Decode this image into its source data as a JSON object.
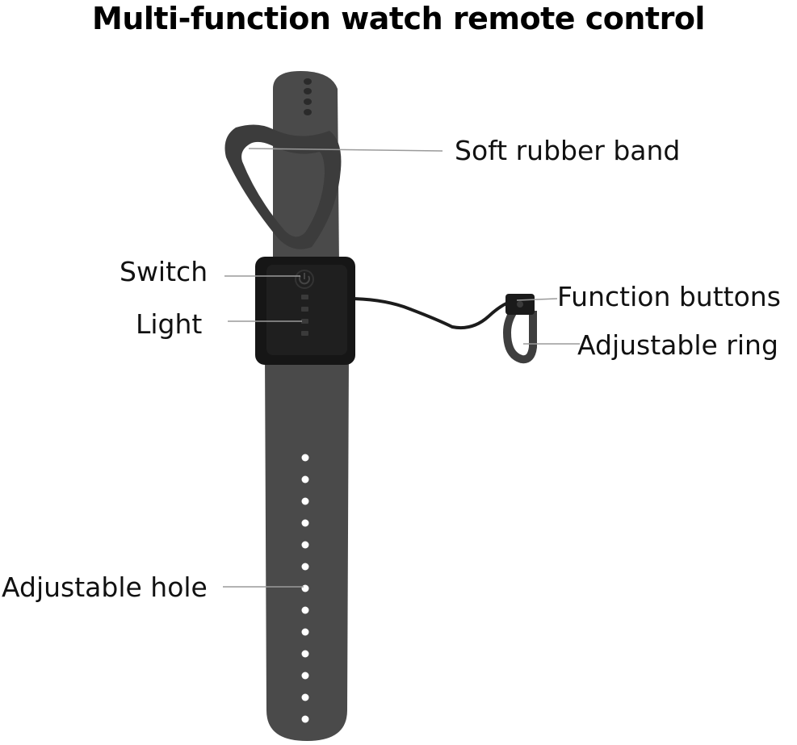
{
  "title": "Multi-function watch remote control",
  "labels": {
    "soft_rubber_band": "Soft rubber band",
    "switch": "Switch",
    "light": "Light",
    "function_buttons": "Function buttons",
    "adjustable_ring": "Adjustable ring",
    "adjustable_hole": "Adjustable hole"
  },
  "colors": {
    "band": "#4a4a4a",
    "band_dark": "#2e2e2e",
    "module": "#161616",
    "leader_line": "#9a9a9a",
    "hole": "#ffffff"
  },
  "icons": {
    "switch": "power-icon"
  }
}
